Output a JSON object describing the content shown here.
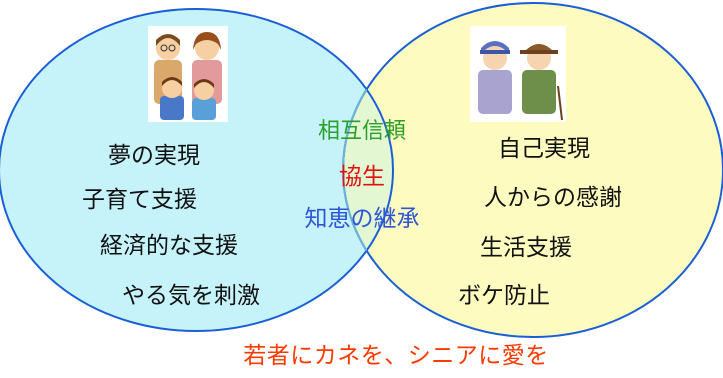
{
  "colors": {
    "young_fill": "#c6f3f9",
    "senior_fill": "#fdfbbf",
    "overlap_fill": "#e3f8d2",
    "outline": "#1a5fd6",
    "overlap_outline": "#6bb3d9",
    "text": "#111111",
    "mutual_trust": "#2aa02a",
    "coexistence": "#e01010",
    "wisdom": "#2d55d6",
    "caption": "#ff3a00"
  },
  "young": {
    "illustration": "family-illustration",
    "items": [
      "夢の実現",
      "子育て支援",
      "経済的な支援",
      "やる気を刺激"
    ]
  },
  "senior": {
    "illustration": "elderly-couple-illustration",
    "items": [
      "自己実現",
      "人からの感謝",
      "生活支援",
      "ボケ防止"
    ]
  },
  "shared": {
    "mutual_trust": "相互信頼",
    "coexistence": "協生",
    "wisdom": "知恵の継承"
  },
  "caption": "若者にカネを、シニアに愛を"
}
